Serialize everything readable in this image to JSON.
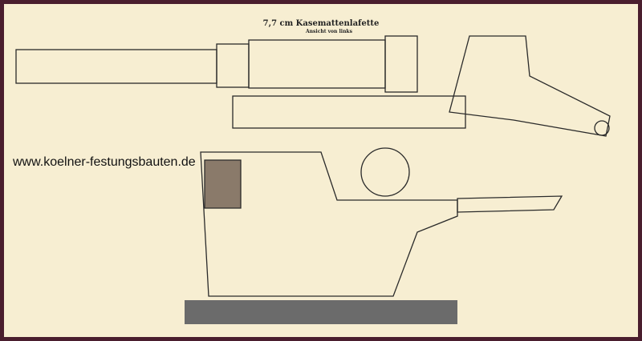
{
  "drawing": {
    "title": "7,7 cm Kasemattenlafette",
    "subtitle": "Ansicht von links",
    "watermark": "www.koelner-festungsbauten.de",
    "colors": {
      "border": "#4a1e2e",
      "paper": "#f7eed2",
      "ink": "#2a2a2a"
    }
  }
}
